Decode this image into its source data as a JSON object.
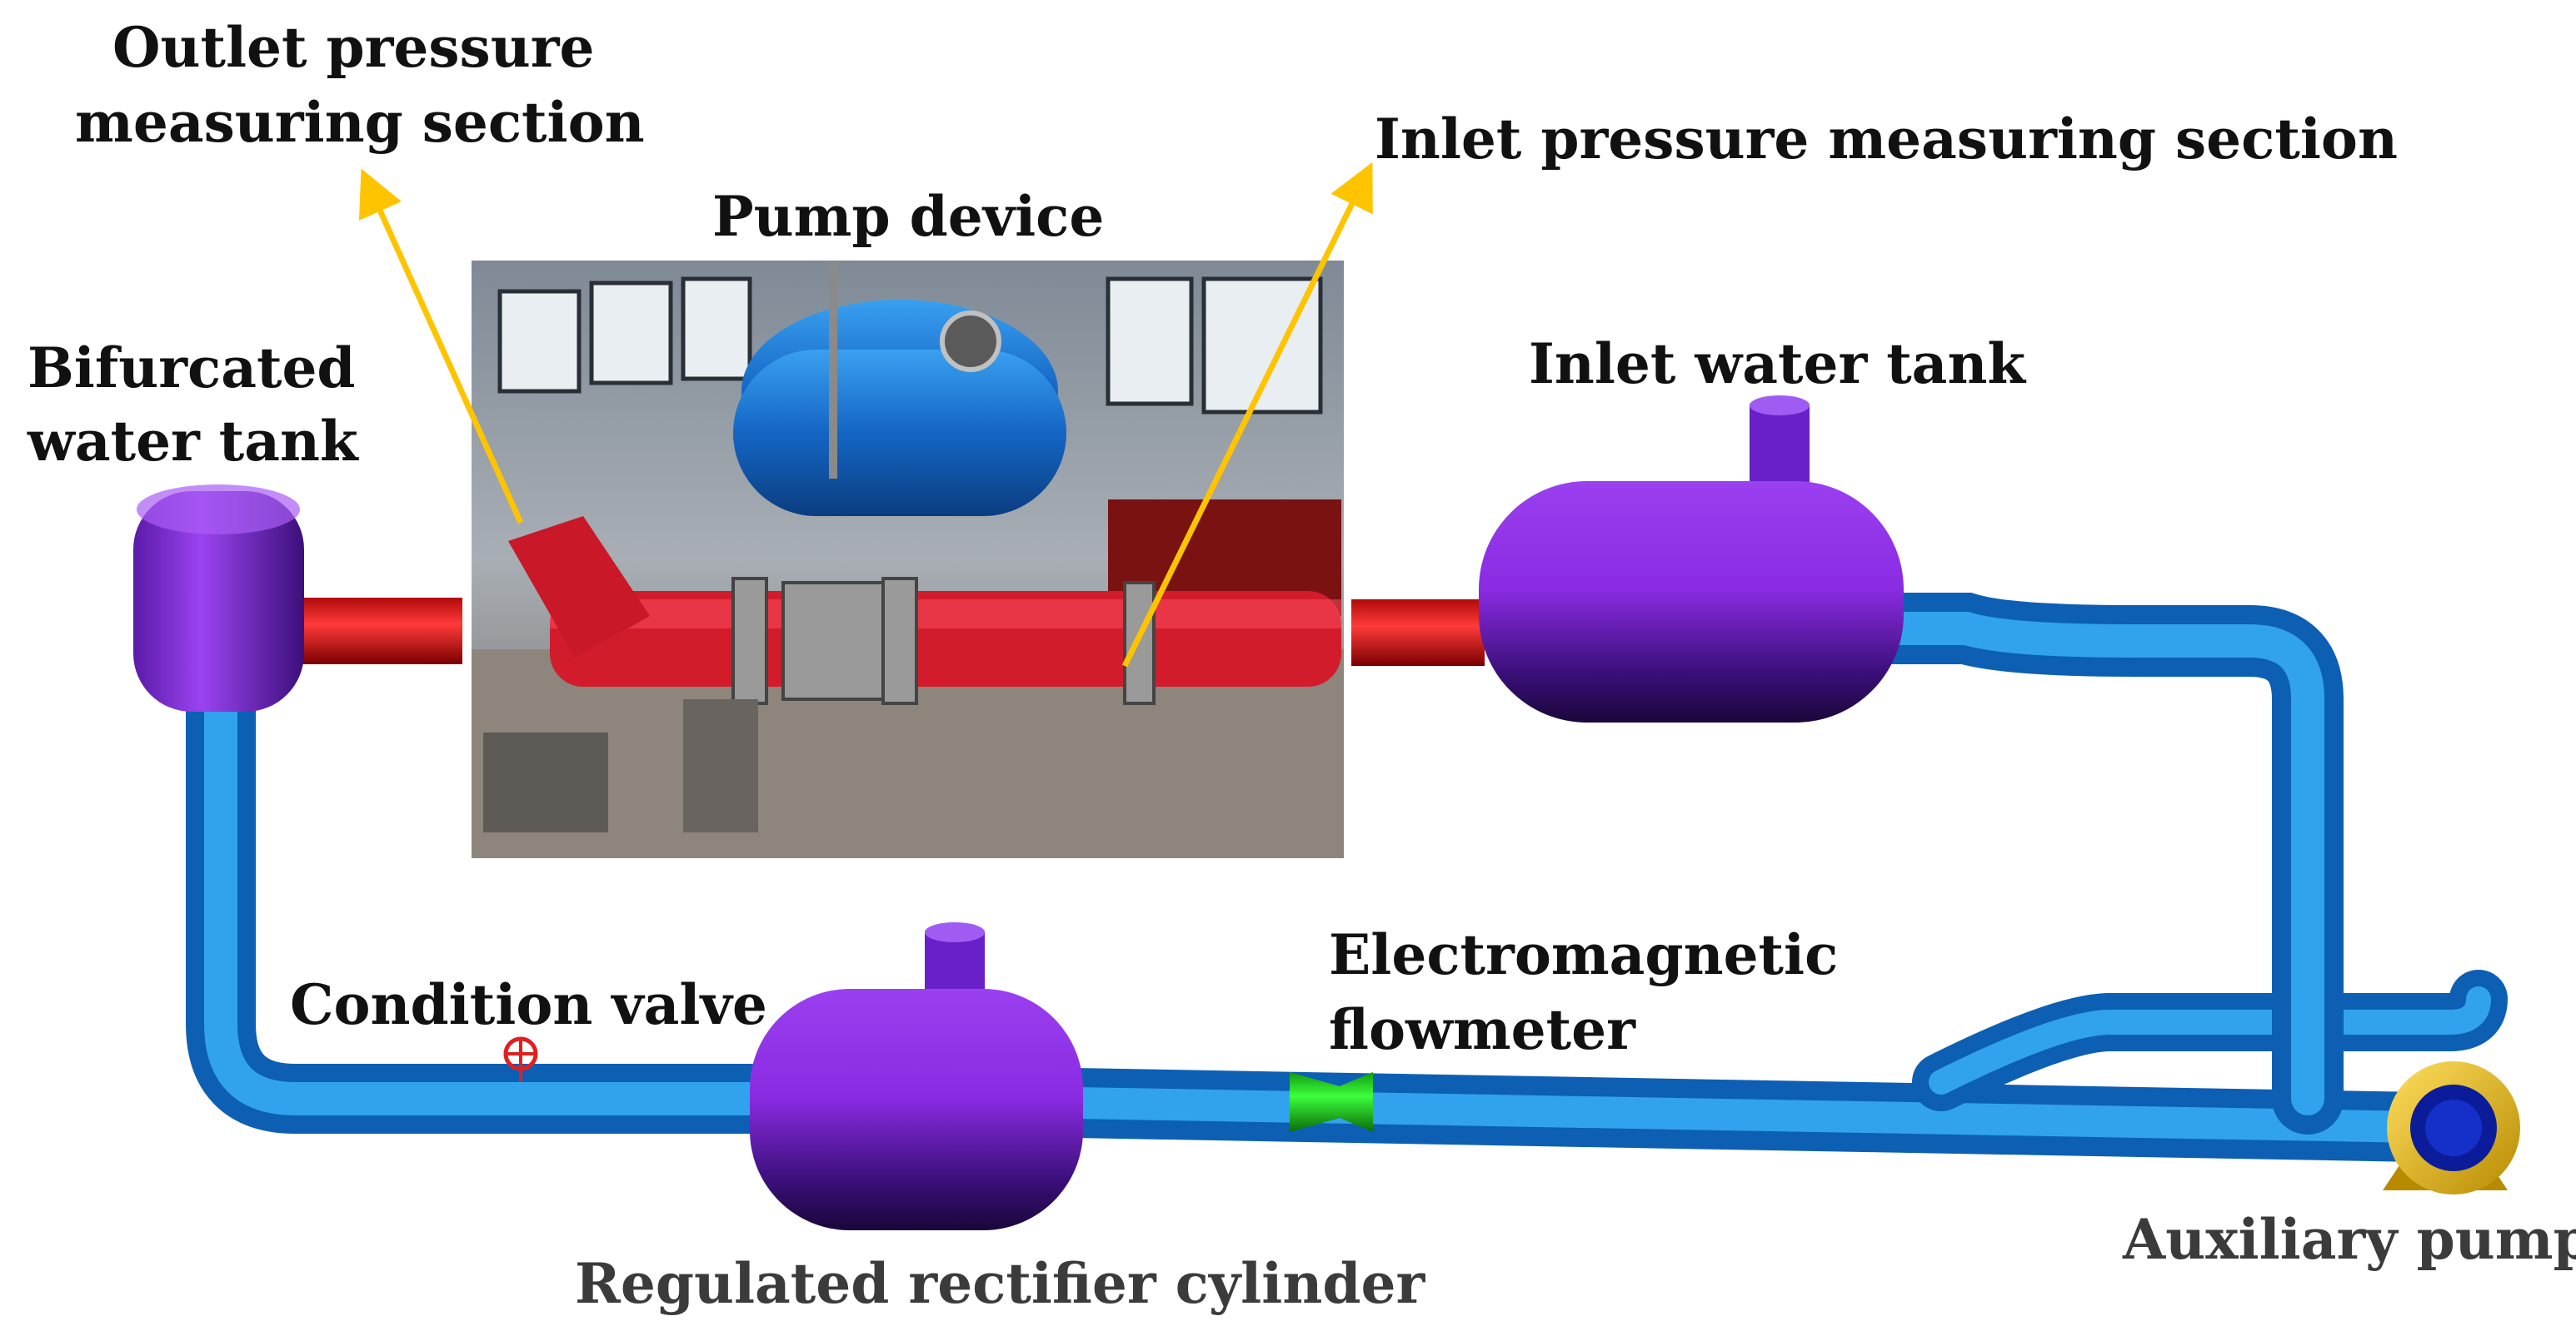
{
  "labels": {
    "outlet_line1": "Outlet pressure",
    "outlet_line2": "measuring section",
    "inlet_pressure": "Inlet pressure measuring section",
    "pump_device": "Pump device",
    "bifurcated_line1": "Bifurcated",
    "bifurcated_line2": "water tank",
    "inlet_tank": "Inlet water tank",
    "condition_valve": "Condition  valve",
    "flowmeter_line1": "Electromagnetic",
    "flowmeter_line2": "flowmeter",
    "rectifier": "Regulated rectifier cylinder",
    "aux_pump": "Auxiliary pump"
  },
  "colors": {
    "tank_purple": "#8a2be2",
    "pipe_blue": "#1e90ff",
    "pipe_red": "#e81818",
    "arrow_yellow": "#ffc400",
    "flowmeter_green": "#22dd22",
    "pump_yellow": "#f2c200",
    "pump_navy": "#0a1c9a",
    "valve_red": "#e02020"
  }
}
